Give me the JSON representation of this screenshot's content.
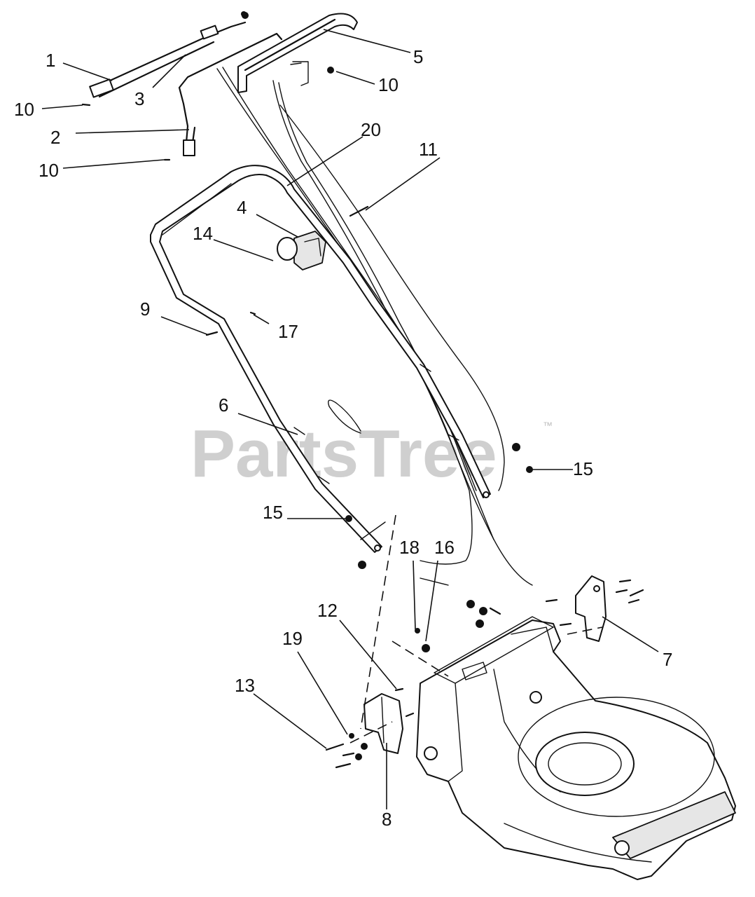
{
  "watermark": {
    "brand": "PartsTree",
    "trademark": "™"
  },
  "callouts": [
    "1",
    "2",
    "3",
    "4",
    "5",
    "6",
    "7",
    "8",
    "9",
    "10",
    "11",
    "12",
    "13",
    "14",
    "15",
    "16",
    "17",
    "18",
    "19",
    "20"
  ]
}
